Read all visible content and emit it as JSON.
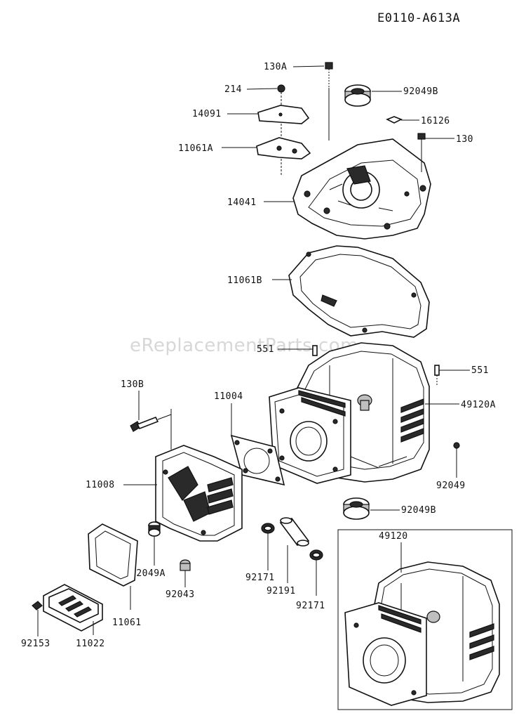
{
  "diagram_code": "E0110-A613A",
  "watermark": "eReplacementParts.com",
  "part_labels": {
    "p130A": "130A",
    "p214": "214",
    "p92049B_top": "92049B",
    "p14091": "14091",
    "p16126": "16126",
    "p130": "130",
    "p11061A": "11061A",
    "p14041": "14041",
    "p11061B": "11061B",
    "p551_left": "551",
    "p551_right": "551",
    "p130B": "130B",
    "p11004": "11004",
    "p49120A": "49120A",
    "p92049": "92049",
    "p11008": "11008",
    "p92049B_bottom": "92049B",
    "p49120": "49120",
    "p92049A": "92049A",
    "p92043": "92043",
    "p92171_left": "92171",
    "p92191": "92191",
    "p92171_right": "92171",
    "p11061": "11061",
    "p92153": "92153",
    "p11022": "11022"
  }
}
